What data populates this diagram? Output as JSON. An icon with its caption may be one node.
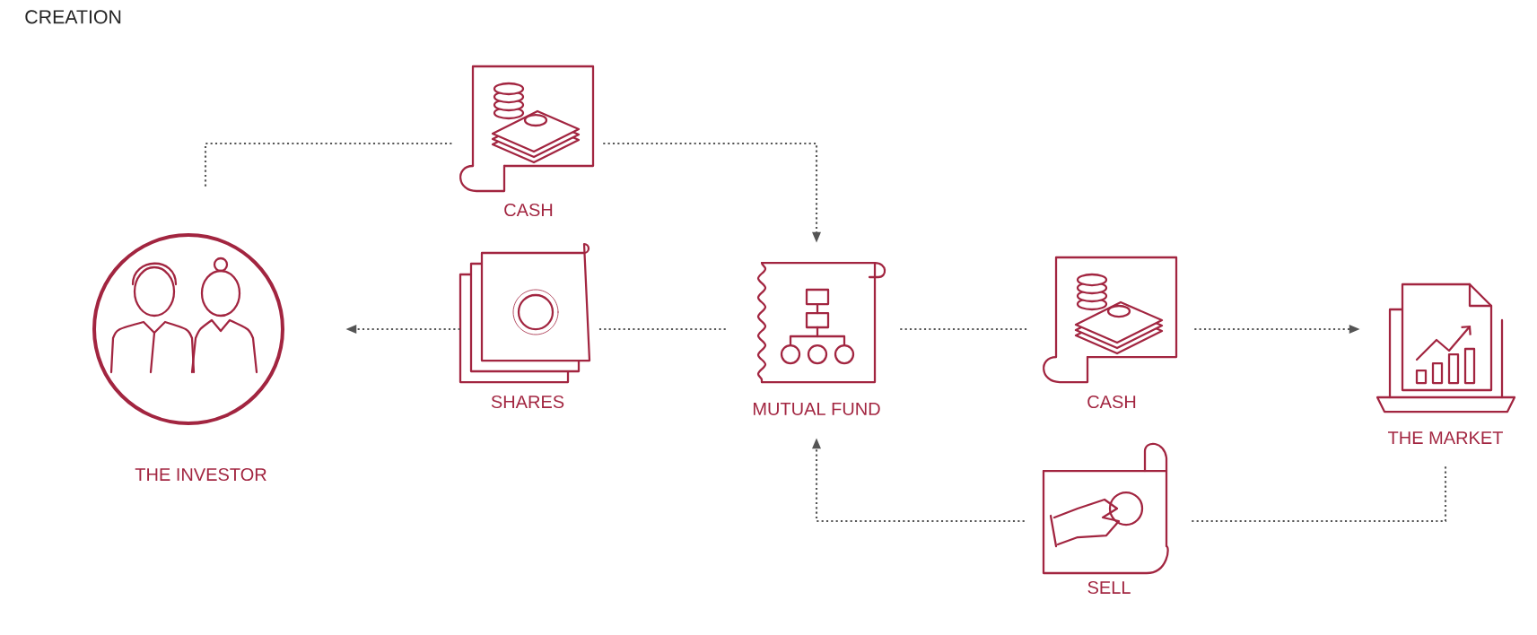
{
  "diagram": {
    "title": "CREATION",
    "nodes": [
      {
        "text": [
          "THE INVESTOR"
        ]
      },
      {
        "text": [
          "CASH"
        ]
      },
      {
        "text": [
          "SHARES"
        ]
      },
      {
        "text": [
          "MUTUAL FUND"
        ]
      },
      {
        "text": [
          "CASH"
        ]
      },
      {
        "text": [
          "THE MARKET"
        ]
      },
      {
        "text": [
          "SELL"
        ]
      }
    ],
    "edges": [
      {
        "from": 0,
        "to": 1,
        "arrow": "none"
      },
      {
        "from": 1,
        "to": 3,
        "arrow": "to"
      },
      {
        "from": 3,
        "to": 2,
        "arrow": "none"
      },
      {
        "from": 2,
        "to": 0,
        "arrow": "to"
      },
      {
        "from": 3,
        "to": 4,
        "arrow": "none"
      },
      {
        "from": 4,
        "to": 5,
        "arrow": "to"
      },
      {
        "from": 5,
        "to": 6,
        "arrow": "none"
      },
      {
        "from": 6,
        "to": 3,
        "arrow": "to"
      }
    ]
  }
}
